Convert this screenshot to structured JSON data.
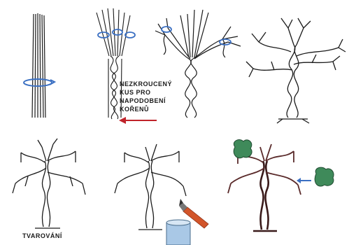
{
  "annotation": {
    "lines": [
      "NEZKROUCENÝ",
      "KUS PRO",
      "NAPODOBENÍ",
      "KOŘENŮ"
    ]
  },
  "caption": {
    "line1": "TVAROVÁNÍ"
  },
  "colors": {
    "ink": "#1a1a1a",
    "twist_arrow": "#3a6fc2",
    "pointer_arrow": "#c0232a",
    "painted_trunk": "#5a2a2a",
    "moss": "#3f8a5a",
    "brush_handle": "#d2552a",
    "cup": "#a9c8e6"
  },
  "icons": {
    "twist": "rotation-arrow-icon",
    "direction": "left-arrow-icon",
    "brush": "paintbrush-icon",
    "cup": "paint-cup-icon",
    "moss": "moss-clump-icon"
  }
}
